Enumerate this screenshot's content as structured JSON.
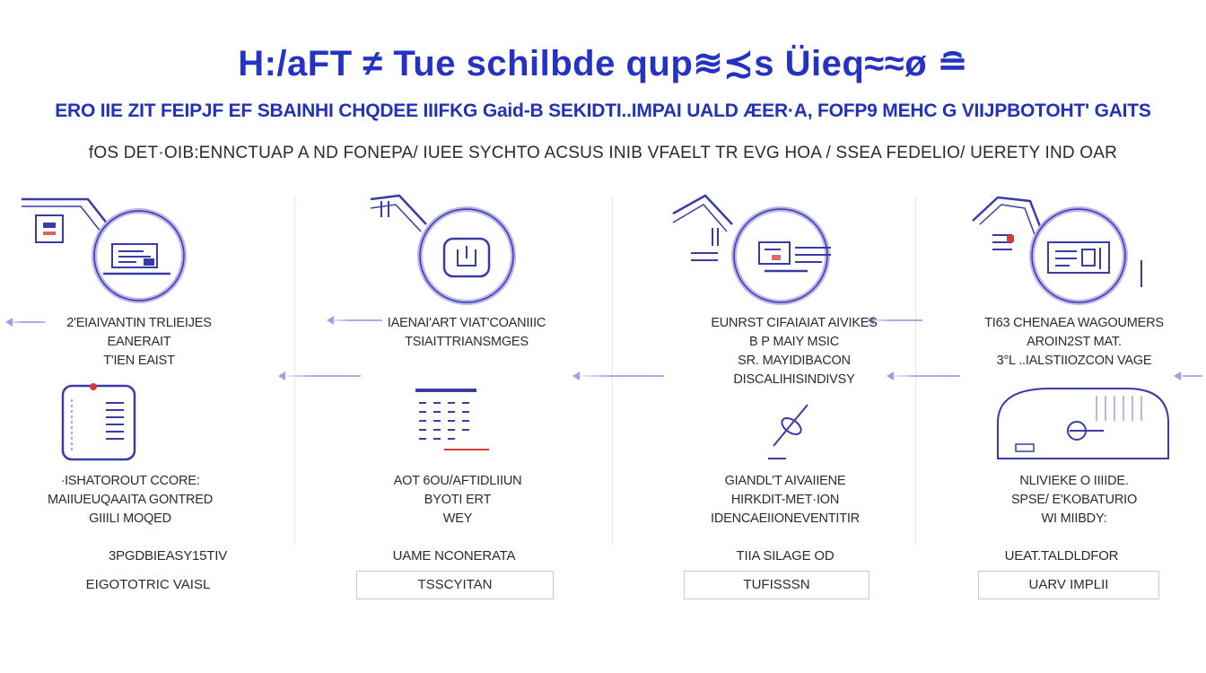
{
  "header": {
    "title": "H:/aFT ≠ Tue schilbde qup≋≾s Üieq≈≈ø ≘",
    "subtitle": "ERO IIE ZIT FEIPJF EF SBAINHI CHQDEE IIIFKG Gaid-B SEKIDTI..IMPAI UALD ÆER·A, FOFP9 MEHC G VIIJPBOTOHT' GAITS",
    "tagline": "fOS DET·OIB:ENNCTUAP  A ND  FONEPA/ IUEE  SYCHTO  ACSUS  INIB VFAELT  TR EVG  HOA  / SSEA   FEDELIO/ UERETY  IND OAR"
  },
  "colors": {
    "accent": "#2433c4",
    "icon_stroke": "#3a3aa8",
    "icon_halo": "#b9b4ee",
    "red_dot": "#d23b3b",
    "arrow": "#a6aee8"
  },
  "stages": [
    {
      "top_icon": "factory-dashboard-icon",
      "top_label": [
        "2'EIAIVANTIN TRLIEIJES",
        "EANERAIT",
        "T'IEN EAIST"
      ],
      "mid_icon": "document-checklist-icon",
      "mid_label": [
        "·ISHATOROUT  CCORE:",
        "MAIIUEUQAAITA GONTRED",
        "GIIILI MOQED"
      ],
      "foot_label": "3PGDBIEASY15TIV",
      "foot_button": "EIGOTOTRIC VAISL"
    },
    {
      "top_icon": "monitor-meter-icon",
      "top_label": [
        "IAENAI'ART VIAT'COANIIIC",
        "TSIAITTRIANSMGES"
      ],
      "mid_icon": "data-grid-icon",
      "mid_label": [
        "AOT 6OU/AFTIDLIIUN",
        "BYOTI ERT",
        "WEY"
      ],
      "foot_label": "UAME NCONERATA",
      "foot_button": "TSSCYITAN"
    },
    {
      "top_icon": "monitoring-station-icon",
      "top_label": [
        "EUNRST CIFAIAIAT AIVIKES",
        "B P MAIY MSIC",
        "SR. MAYIDIBACON",
        "DISCALIHISINDIVSY"
      ],
      "mid_icon": "pen-sign-icon",
      "mid_label": [
        "GIANDL'T AIVAIIENE",
        "HIRKDIT-MET·ION",
        "IDENCAEIIONEVENTITIR"
      ],
      "foot_label": "TIIA SILAGE OD",
      "foot_button": "TUFISSSN"
    },
    {
      "top_icon": "control-panel-icon",
      "top_label": [
        "TI63  CHENAEA  WAGOUMERS",
        "AROIN2ST MAT.",
        "3°L ..IALSTIIOZCON VAGE"
      ],
      "mid_icon": "dome-sensor-icon",
      "mid_label": [
        "NLIVIEKE  O IIIIDE.",
        "SPSE/ E'KOBATURIO",
        "WI MIIBDY:"
      ],
      "foot_label": "UEAT.TALDLDFOR",
      "foot_button": "UARV IMPLII"
    }
  ]
}
